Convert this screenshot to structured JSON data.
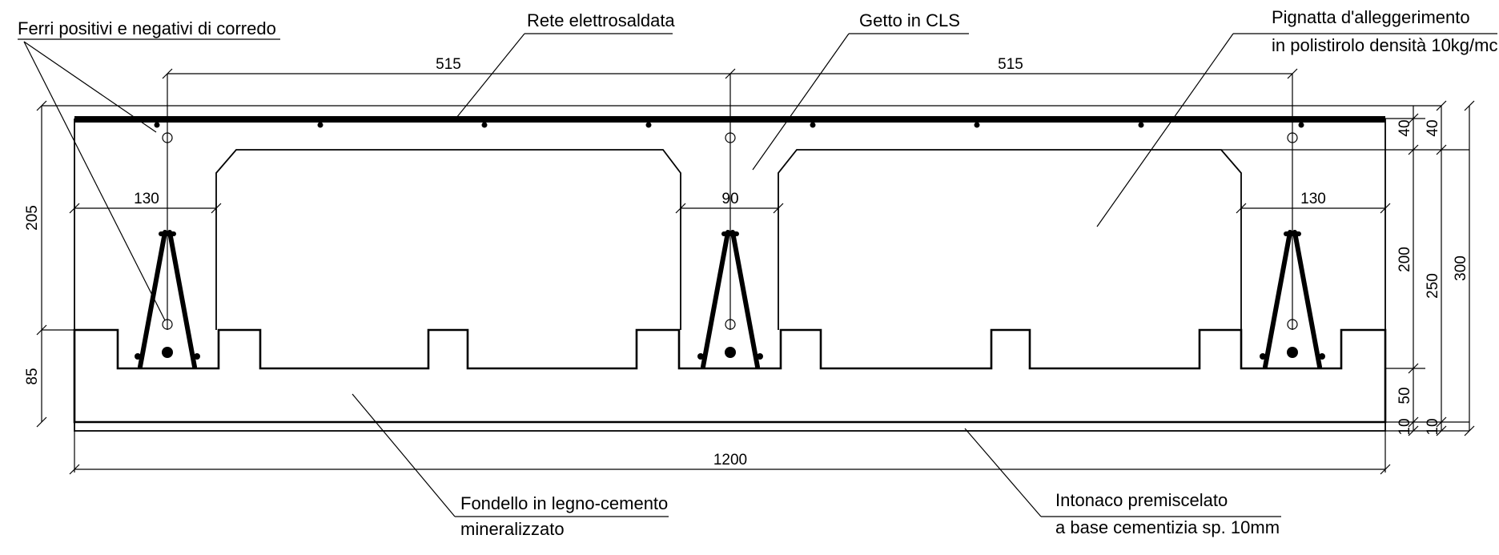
{
  "labels": {
    "ferri": "Ferri positivi e negativi di corredo",
    "rete": "Rete elettrosaldata",
    "getto": "Getto in CLS",
    "pignatta_line1": "Pignatta d'alleggerimento",
    "pignatta_line2": "in polistirolo densità 10kg/mc",
    "fondello_line1": "Fondello in legno-cemento",
    "fondello_line2": "mineralizzato",
    "intonaco_line1": "Intonaco premiscelato",
    "intonaco_line2": "a base cementizia sp. 10mm"
  },
  "dimensions": {
    "span_left": "515",
    "span_right": "515",
    "rib_left": "130",
    "rib_center": "90",
    "rib_right": "130",
    "left_upper": "205",
    "left_lower": "85",
    "total_width": "1200",
    "right_40a": "40",
    "right_40b": "40",
    "right_200": "200",
    "right_250": "250",
    "right_300": "300",
    "right_50": "50",
    "right_10a": "10",
    "right_10b": "10"
  }
}
